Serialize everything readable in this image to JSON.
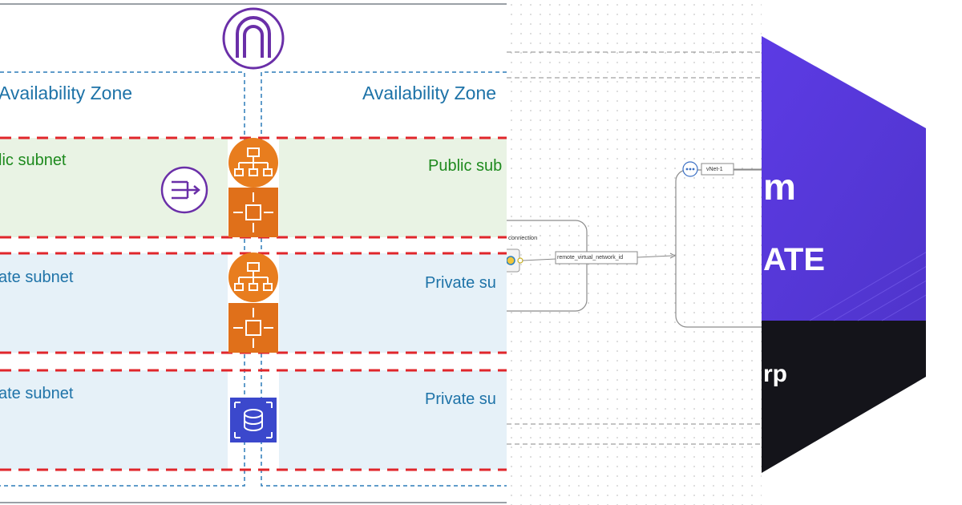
{
  "aws": {
    "zone_left": "Availability Zone",
    "zone_right": "Availability Zone",
    "public_left": "lic subnet",
    "public_right": "Public sub",
    "private1_left": "ate subnet",
    "private1_right": "Private su",
    "private2_left": "ate subnet",
    "private2_right": "Private su"
  },
  "terraform": {
    "connection_label": "connection",
    "remote_vnet_label": "remote_virtual_network_id",
    "vnet_label": "vNet-1"
  },
  "promo": {
    "line1": "m",
    "line2": "ATE",
    "line3": "rp",
    "colors": {
      "purple": "#5b3be0",
      "dark": "#14141a"
    }
  },
  "icons": [
    "internet-gateway-icon",
    "nat-gateway-icon",
    "load-balancer-icon",
    "ec2-instance-icon",
    "rds-database-icon",
    "vnet-icon"
  ]
}
